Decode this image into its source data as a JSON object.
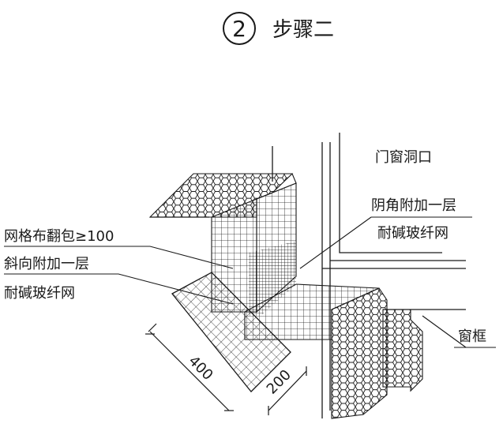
{
  "header": {
    "step_number": "2",
    "step_title": "步骤二"
  },
  "labels": {
    "opening": "门窗洞口",
    "inner_corner_line1": "阴角附加一层",
    "inner_corner_line2": "耐碱玻纤网",
    "wrap": "网格布翻包≥100",
    "diagonal_line1": "斜向附加一层",
    "diagonal_line2": "耐碱玻纤网",
    "window_frame": "窗框"
  },
  "dimensions": {
    "length": "400",
    "width": "200"
  },
  "colors": {
    "ink": "#1a1a1a",
    "background": "#ffffff"
  }
}
